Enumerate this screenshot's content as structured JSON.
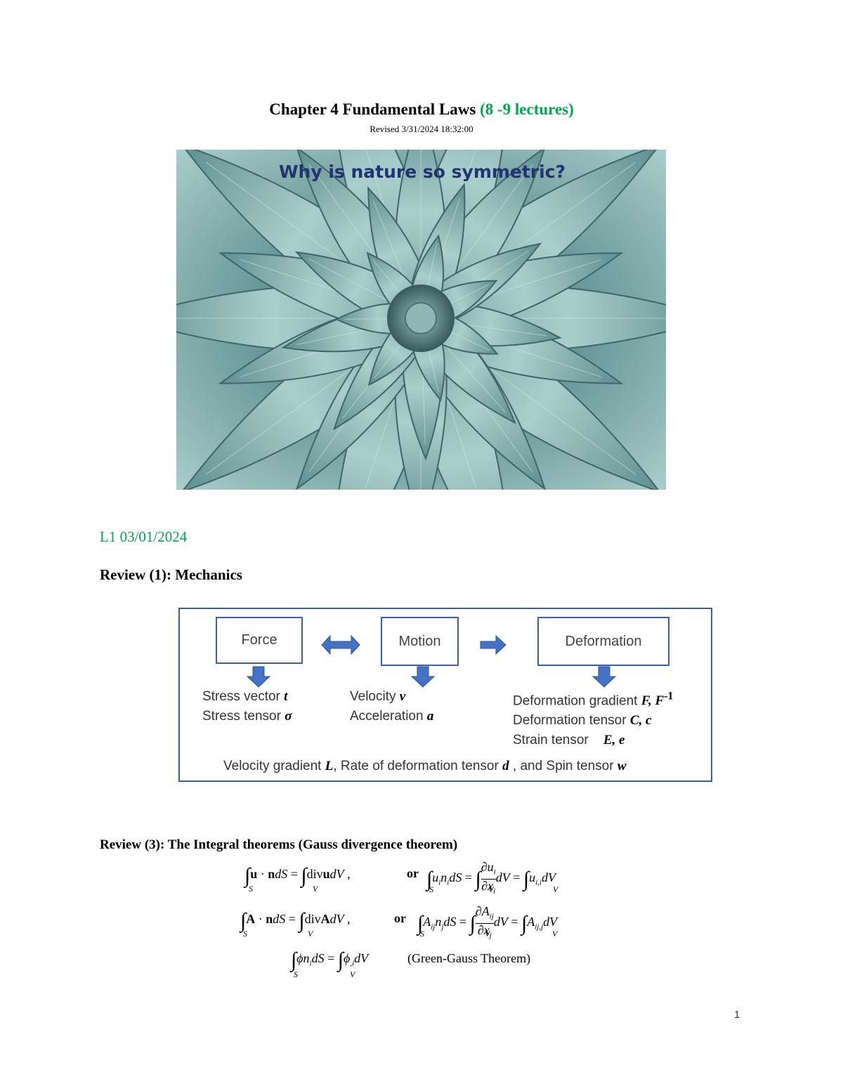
{
  "header": {
    "title": "Chapter 4 Fundamental Laws",
    "title_suffix": "(8 -9 lectures)",
    "revised": "Revised 3/31/2024  18:32:00"
  },
  "photo": {
    "caption": "Why is nature so symmetric?"
  },
  "lecture_label": "L1 03/01/2024",
  "review1": {
    "heading": "Review (1): Mechanics",
    "boxes": [
      "Force",
      "Motion",
      "Deformation"
    ],
    "force_items": [
      {
        "text": "Stress vector ",
        "sym": "t"
      },
      {
        "text": "Stress tensor ",
        "sym": "σ"
      }
    ],
    "motion_items": [
      {
        "text": "Velocity ",
        "sym": "v"
      },
      {
        "text": "Acceleration ",
        "sym": "a"
      }
    ],
    "deformation_items": [
      {
        "text": "Deformation gradient ",
        "sym": "F, F",
        "sup": "-1"
      },
      {
        "text": "Deformation tensor ",
        "sym": "C, c"
      },
      {
        "text": "Strain tensor    ",
        "sym": "E, e"
      }
    ],
    "bottom": {
      "part1": "Velocity gradient ",
      "s1": "L",
      "part2": ", Rate of deformation tensor ",
      "s2": "d",
      "part3": " , and Spin tensor ",
      "s3": "w"
    }
  },
  "review3": {
    "heading": "Review (3):  The Integral theorems (Gauss divergence theorem)",
    "or_label": "or",
    "green_gauss": "(Green-Gauss Theorem)"
  },
  "colors": {
    "accent_green": "#00a651",
    "diagram_blue": "#3c5ea8",
    "caption_navy": "#1f3470"
  },
  "page_number": "1"
}
